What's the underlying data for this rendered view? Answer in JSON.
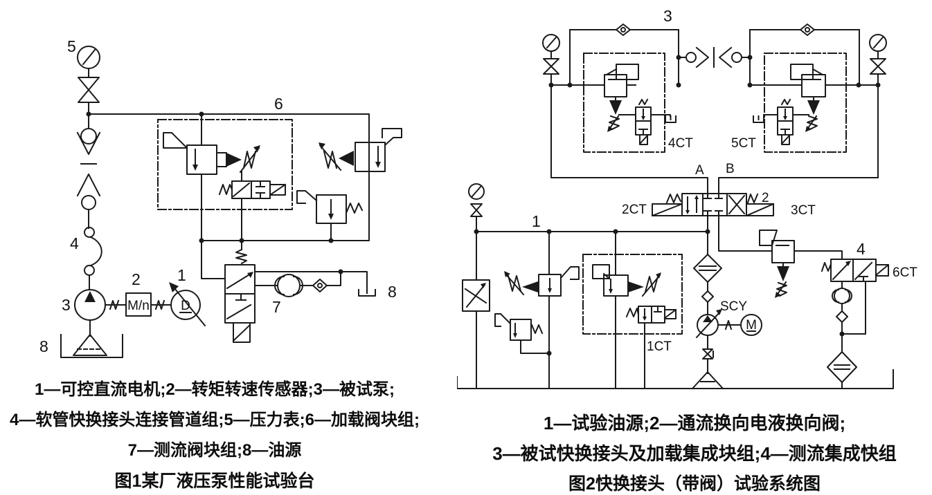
{
  "colors": {
    "background": "#ffffff",
    "ink": "#1a1a1a"
  },
  "figure1": {
    "part_labels": {
      "gauge": "5",
      "loading_block": "6",
      "hose": "4",
      "pump": "3",
      "tank_left": "8",
      "sensor": "2",
      "sensor_text": "M/n",
      "motor": "1",
      "motor_text": "D",
      "flow_block": "7",
      "tank_right": "8"
    },
    "caption_lines": [
      "1—可控直流电机;2—转矩转速传感器;3—被试泵;",
      "4—软管快换接头连接管道组;5—压力表;6—加载阀块组;",
      "7—测流阀块组;8—油源"
    ],
    "title": "图1某厂液压泵性能试验台"
  },
  "figure2": {
    "part_labels": {
      "coupler_block": "3",
      "ct4": "4CT",
      "ct5": "5CT",
      "port_a": "A",
      "port_b": "B",
      "valve": "2",
      "ct2": "2CT",
      "ct3": "3CT",
      "source": "1",
      "ct1": "1CT",
      "flow_block": "4",
      "ct6": "6CT",
      "pump_text": "SCY",
      "motor_text": "M"
    },
    "caption_lines": [
      "1—试验油源;2—通流换向电液换向阀;",
      "3—被试快换接头及加载集成块组;4—测流集成快组"
    ],
    "title": "图2快换接头（带阀）试验系统图"
  }
}
